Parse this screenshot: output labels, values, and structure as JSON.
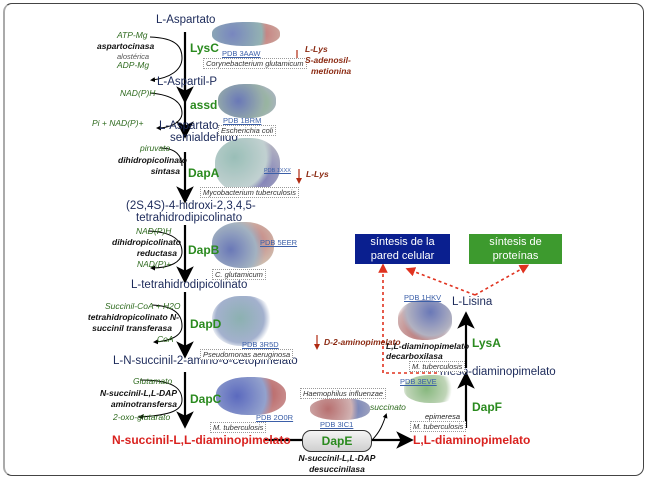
{
  "metabolites": {
    "aspartato": "L-Aspartato",
    "aspartil_p": "L-Aspartil-P",
    "semialdehido_1": "L-Aspartato-",
    "semialdehido_2": "semialdehido",
    "hidroxi_1": "(2S,4S)-4-hidroxi-2,3,4,5-",
    "hidroxi_2": "tetrahidrodipicolinato",
    "tetrahidro": "L-tetrahidrodipicolinato",
    "cetopimelato": "L-N-succinil-2-amino-6-cetopimelato",
    "n_succinil_dap": "N-succinil-L,L-diaminopimelato",
    "ll_dap": "L,L-diaminopimelato",
    "meso_dap": "meso-diaminopimelato",
    "lisina": "L-Lisina"
  },
  "steps": [
    {
      "enzyme": "LysC",
      "name_lines": [
        "aspartocinasa"
      ],
      "extra": "alostérica",
      "cofactor_in": "ATP-Mg",
      "cofactor_out": "ADP-Mg",
      "pdb": "PDB 3AAW",
      "organism": "Corynebacterium glutamicum",
      "inhibitors": [
        "L-Lys",
        "S-adenosil-",
        "metionina"
      ]
    },
    {
      "enzyme": "assd",
      "cofactor_in": "NAD(P)H",
      "cofactor_out": "Pi + NAD(P)+",
      "pdb": "PDB 1BRM",
      "organism": "Escherichia coli"
    },
    {
      "enzyme": "DapA",
      "name_lines": [
        "dihidropicolinato",
        "sintasa"
      ],
      "cofactor_in": "piruvato",
      "pdb": "PDB 1XXX",
      "organism": "Mycobacterium tuberculosis",
      "inhibitors": [
        "L-Lys"
      ]
    },
    {
      "enzyme": "DapB",
      "name_lines": [
        "dihidropicolinato",
        "reductasa"
      ],
      "cofactor_in": "NAD(P)H",
      "cofactor_out": "NAD(P)+",
      "pdb": "PDB 5EER",
      "organism": "C. glutamicum"
    },
    {
      "enzyme": "DapD",
      "name_lines": [
        "tetrahidropicolinato N-",
        "succinil transferasa"
      ],
      "cofactor_in": "Succinil-CoA + H2O",
      "cofactor_out": "CoA",
      "pdb": "PDB 3R5D",
      "organism": "Pseudomonas aeruginosa",
      "inhibitors": [
        "D-2-aminopimelato"
      ]
    },
    {
      "enzyme": "DapC",
      "name_lines": [
        "N-succinil-L,L-DAP",
        "aminotransfersa"
      ],
      "cofactor_in": "Glutamato",
      "cofactor_out": "2-oxo-glutarato",
      "pdb": "PDB 2O0R",
      "organism": "M. tuberculosis"
    },
    {
      "enzyme": "DapE",
      "name_lines": [
        "N-succinil-L,L-DAP",
        "desuccinilasa"
      ],
      "cofactor_out": "succinato",
      "pdb": "PDB 3IC1",
      "organism": "Haemophilus influenzae"
    },
    {
      "enzyme": "DapF",
      "name_lines": [
        "epimeresa"
      ],
      "pdb": "PDB 3EVE",
      "organism": "M. tuberculosis"
    },
    {
      "enzyme": "LysA",
      "name_lines": [
        "L,L-diaminopimelato",
        "decarboxilasa"
      ],
      "pdb": "PDB 1HKV",
      "organism": "M. tuberculosis"
    }
  ],
  "outputs": {
    "cell_wall": "síntesis de la pared celular",
    "protein": "síntesis de proteínas"
  },
  "colors": {
    "enzyme": "#2a8a1e",
    "product_red": "#d9221f",
    "cell_wall_box": "#0a1f8f",
    "protein_box": "#3d9a2e",
    "dotted_arrow": "#e0321f",
    "inhibitor": "#8b2a12"
  }
}
